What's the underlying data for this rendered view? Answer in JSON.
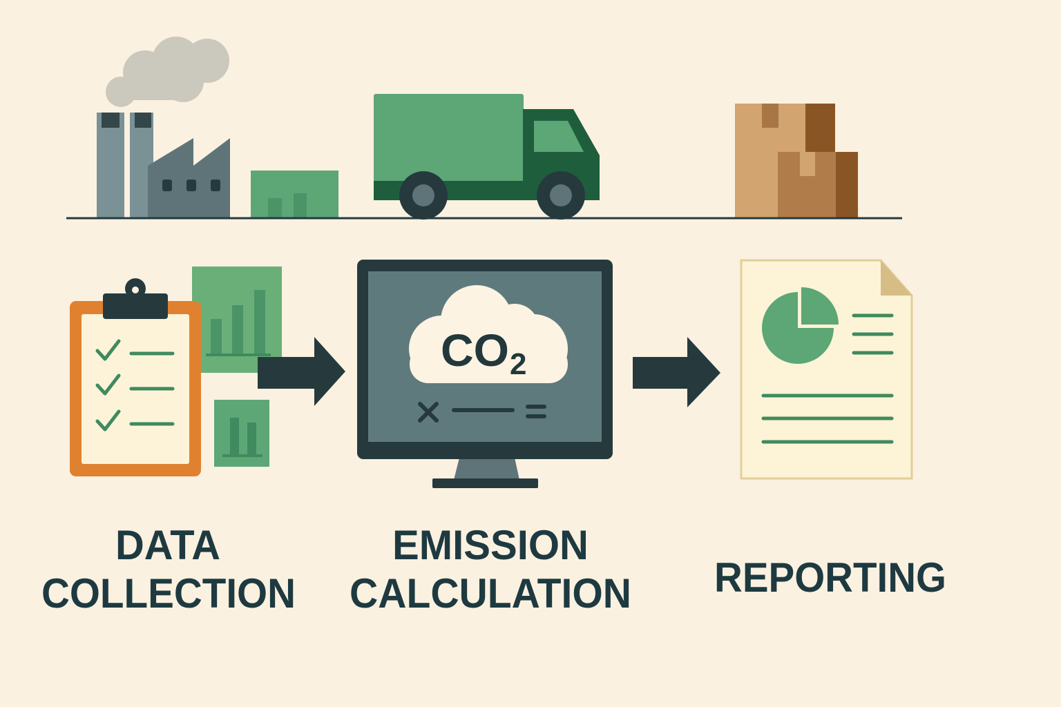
{
  "colors": {
    "background": "#fbf1e1",
    "dark": "#263a3e",
    "green": "#5da676",
    "dark_green": "#1e5e3c",
    "orange": "#e0812f",
    "label": "#1e3a40"
  },
  "supply_chain": {
    "icons": [
      "factory-icon",
      "warehouse-icon",
      "truck-icon",
      "boxes-icon"
    ]
  },
  "steps": [
    {
      "line1": "DATA",
      "line2": "COLLECTION",
      "icon": "clipboard-checklist-icon"
    },
    {
      "line1": "EMISSION",
      "line2": "CALCULATION",
      "icon": "computer-monitor-icon",
      "formula_text": "CO",
      "formula_sub": "2"
    },
    {
      "line1": "REPORTING",
      "icon": "report-document-icon"
    }
  ]
}
